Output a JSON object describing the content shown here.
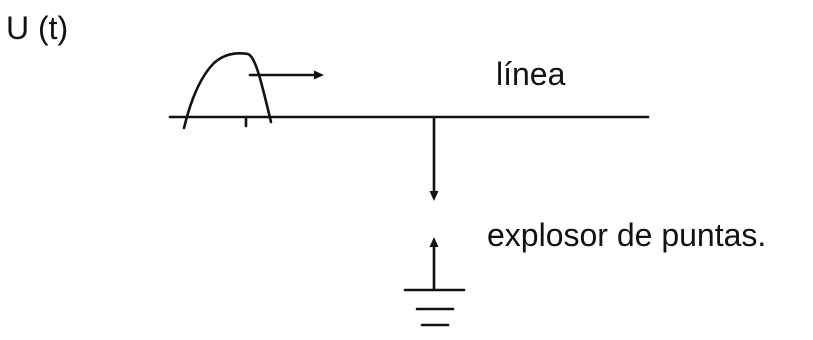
{
  "labels": {
    "signal": "U (t)",
    "line": "línea",
    "spark_gap": "explosor de puntas."
  }
}
